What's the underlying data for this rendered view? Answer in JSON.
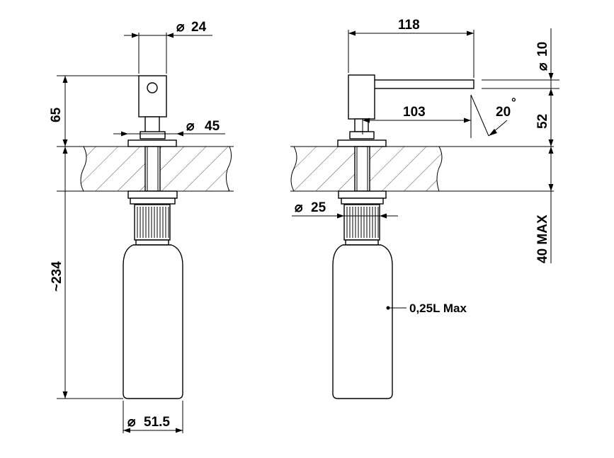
{
  "drawing": {
    "front_view": {
      "top_diameter": "24",
      "collar_diameter": "45",
      "bottle_diameter": "51.5",
      "head_height": "65",
      "total_height": "~234"
    },
    "side_view": {
      "spout_length": "118",
      "spout_diameter": "10",
      "inner_length": "103",
      "angle": "20",
      "spout_height": "52",
      "thread_diameter": "25",
      "max_thickness": "40 MAX",
      "capacity": "0,25L Max"
    },
    "symbols": {
      "diameter": "⌀",
      "degree": "°"
    }
  }
}
